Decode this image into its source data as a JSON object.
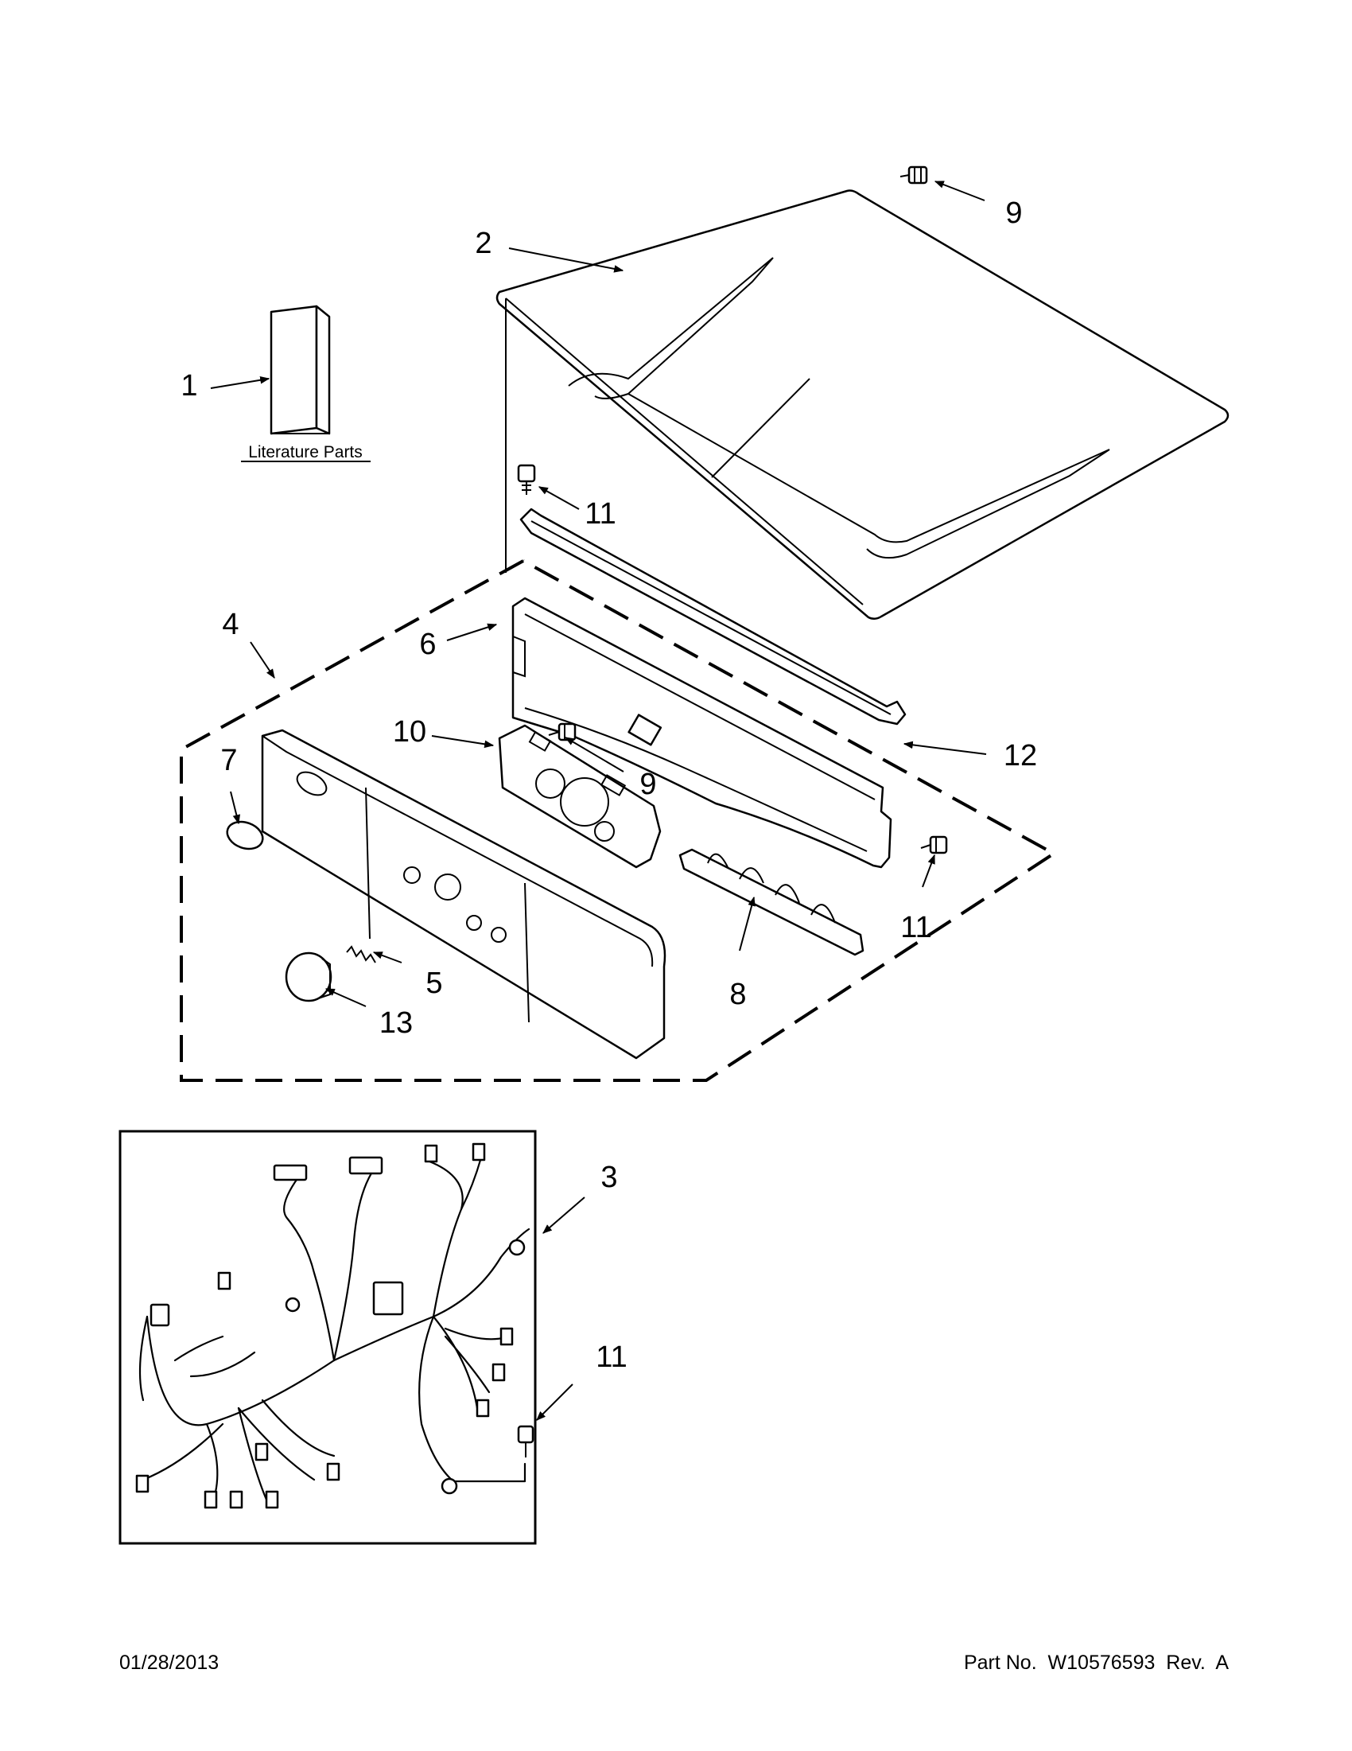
{
  "callouts": [
    {
      "id": "1",
      "text": "1"
    },
    {
      "id": "2",
      "text": "2"
    },
    {
      "id": "3",
      "text": "3"
    },
    {
      "id": "4",
      "text": "4"
    },
    {
      "id": "5",
      "text": "5"
    },
    {
      "id": "6",
      "text": "6"
    },
    {
      "id": "7",
      "text": "7"
    },
    {
      "id": "8",
      "text": "8"
    },
    {
      "id": "9a",
      "text": "9"
    },
    {
      "id": "9b",
      "text": "9"
    },
    {
      "id": "10",
      "text": "10"
    },
    {
      "id": "11a",
      "text": "11"
    },
    {
      "id": "11b",
      "text": "11"
    },
    {
      "id": "11c",
      "text": "11"
    },
    {
      "id": "12",
      "text": "12"
    },
    {
      "id": "13",
      "text": "13"
    }
  ],
  "literature_caption": "Literature Parts",
  "footer": {
    "date": "01/28/2013",
    "part_number": "Part No.  W10576593  Rev.  A"
  }
}
